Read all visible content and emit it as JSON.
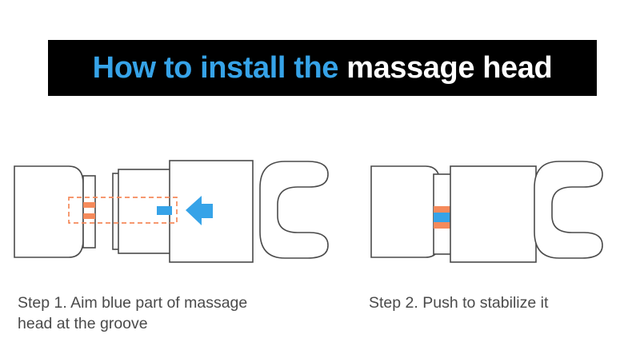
{
  "title": {
    "highlight_text": "How to install the",
    "plain_text": " massage head",
    "highlight_color": "#36A3E8",
    "plain_color": "#FFFFFF",
    "banner_color": "#000000"
  },
  "colors": {
    "outline": "#4a4a4a",
    "accent_blue": "#36A3E8",
    "accent_orange": "#F58A5B",
    "groove_dash": "#F58A5B",
    "caption_text": "#4a4a4a",
    "background": "#FFFFFF"
  },
  "steps": [
    {
      "id": "step-1",
      "caption": "Step 1. Aim blue part of massage\nhead at the groove",
      "diagram": {
        "name": "aim-alignment-diagram",
        "state": "detached",
        "parts": [
          "device-body",
          "collar-with-grooves",
          "massage-head-shaft",
          "massage-head-barrel",
          "blue-alignment-marker",
          "push-direction-arrow",
          "c-shaped-massage-head"
        ],
        "annotation": "orange-dashed-alignment-box",
        "arrow_direction": "left"
      }
    },
    {
      "id": "step-2",
      "caption": "Step 2. Push to stabilize it",
      "diagram": {
        "name": "assembled-diagram",
        "state": "attached",
        "parts": [
          "device-body",
          "collar-with-stripe-indicator",
          "massage-head-barrel",
          "c-shaped-massage-head"
        ],
        "annotation": "orange-blue-orange-stripe",
        "arrow_direction": "none"
      }
    }
  ]
}
